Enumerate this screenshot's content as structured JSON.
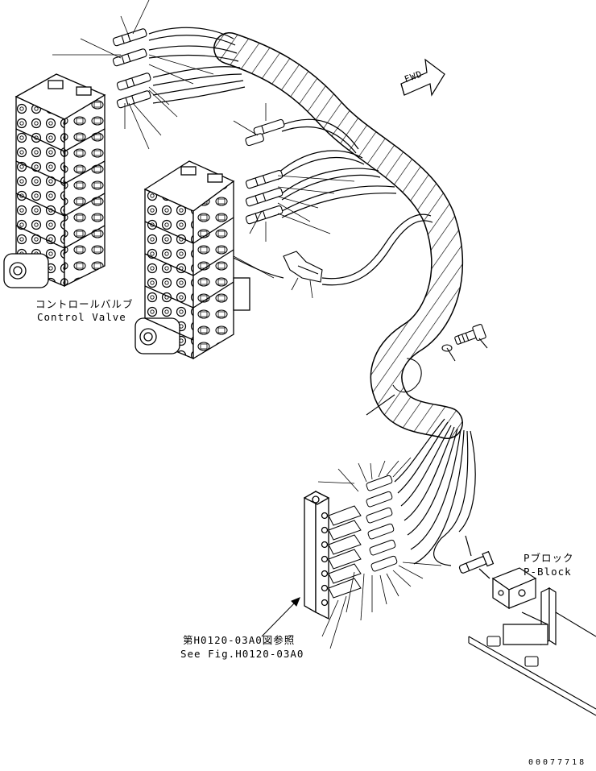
{
  "labels": {
    "control_valve_ja": "コントロールバルブ",
    "control_valve_en": "Control Valve",
    "p_block_ja": "Pブロック",
    "p_block_en": "P-Block",
    "see_fig_ja": "第H0120-03A0図参照",
    "see_fig_en": "See Fig.H0120-03A0",
    "fwd": "FWD",
    "drawing_number": "00077718"
  }
}
